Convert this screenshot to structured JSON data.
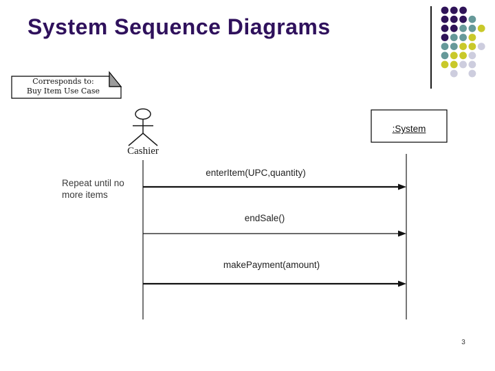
{
  "slide": {
    "title": "System Sequence Diagrams",
    "title_color": "#2F115C",
    "page_number": "3",
    "background_color": "#FFFFFF"
  },
  "callout": {
    "line1": "Corresponds to:",
    "line2": "Buy Item Use Case",
    "fold_color": "#9C9C9C",
    "border_color": "#000000",
    "fill_color": "#FFFFFF"
  },
  "sequence_diagram": {
    "actor_label": "Cashier",
    "object_label": ":System",
    "loop_note": [
      "Repeat until no",
      "more items"
    ],
    "messages": [
      "enterItem(UPC,quantity)",
      "endSale()",
      "makePayment(amount)"
    ],
    "line_color": "#1a1a1a"
  },
  "decor": {
    "dot_colors": {
      "P": "#2F1358",
      "T": "#669999",
      "Y": "#C9C92A",
      "L": "#CDCDDE"
    },
    "dot_pattern": [
      "PPP",
      "PPPT",
      "PPTTY",
      "PTTY",
      "TTYYL",
      "TYYL",
      "YYLL",
      ".L.L"
    ]
  }
}
